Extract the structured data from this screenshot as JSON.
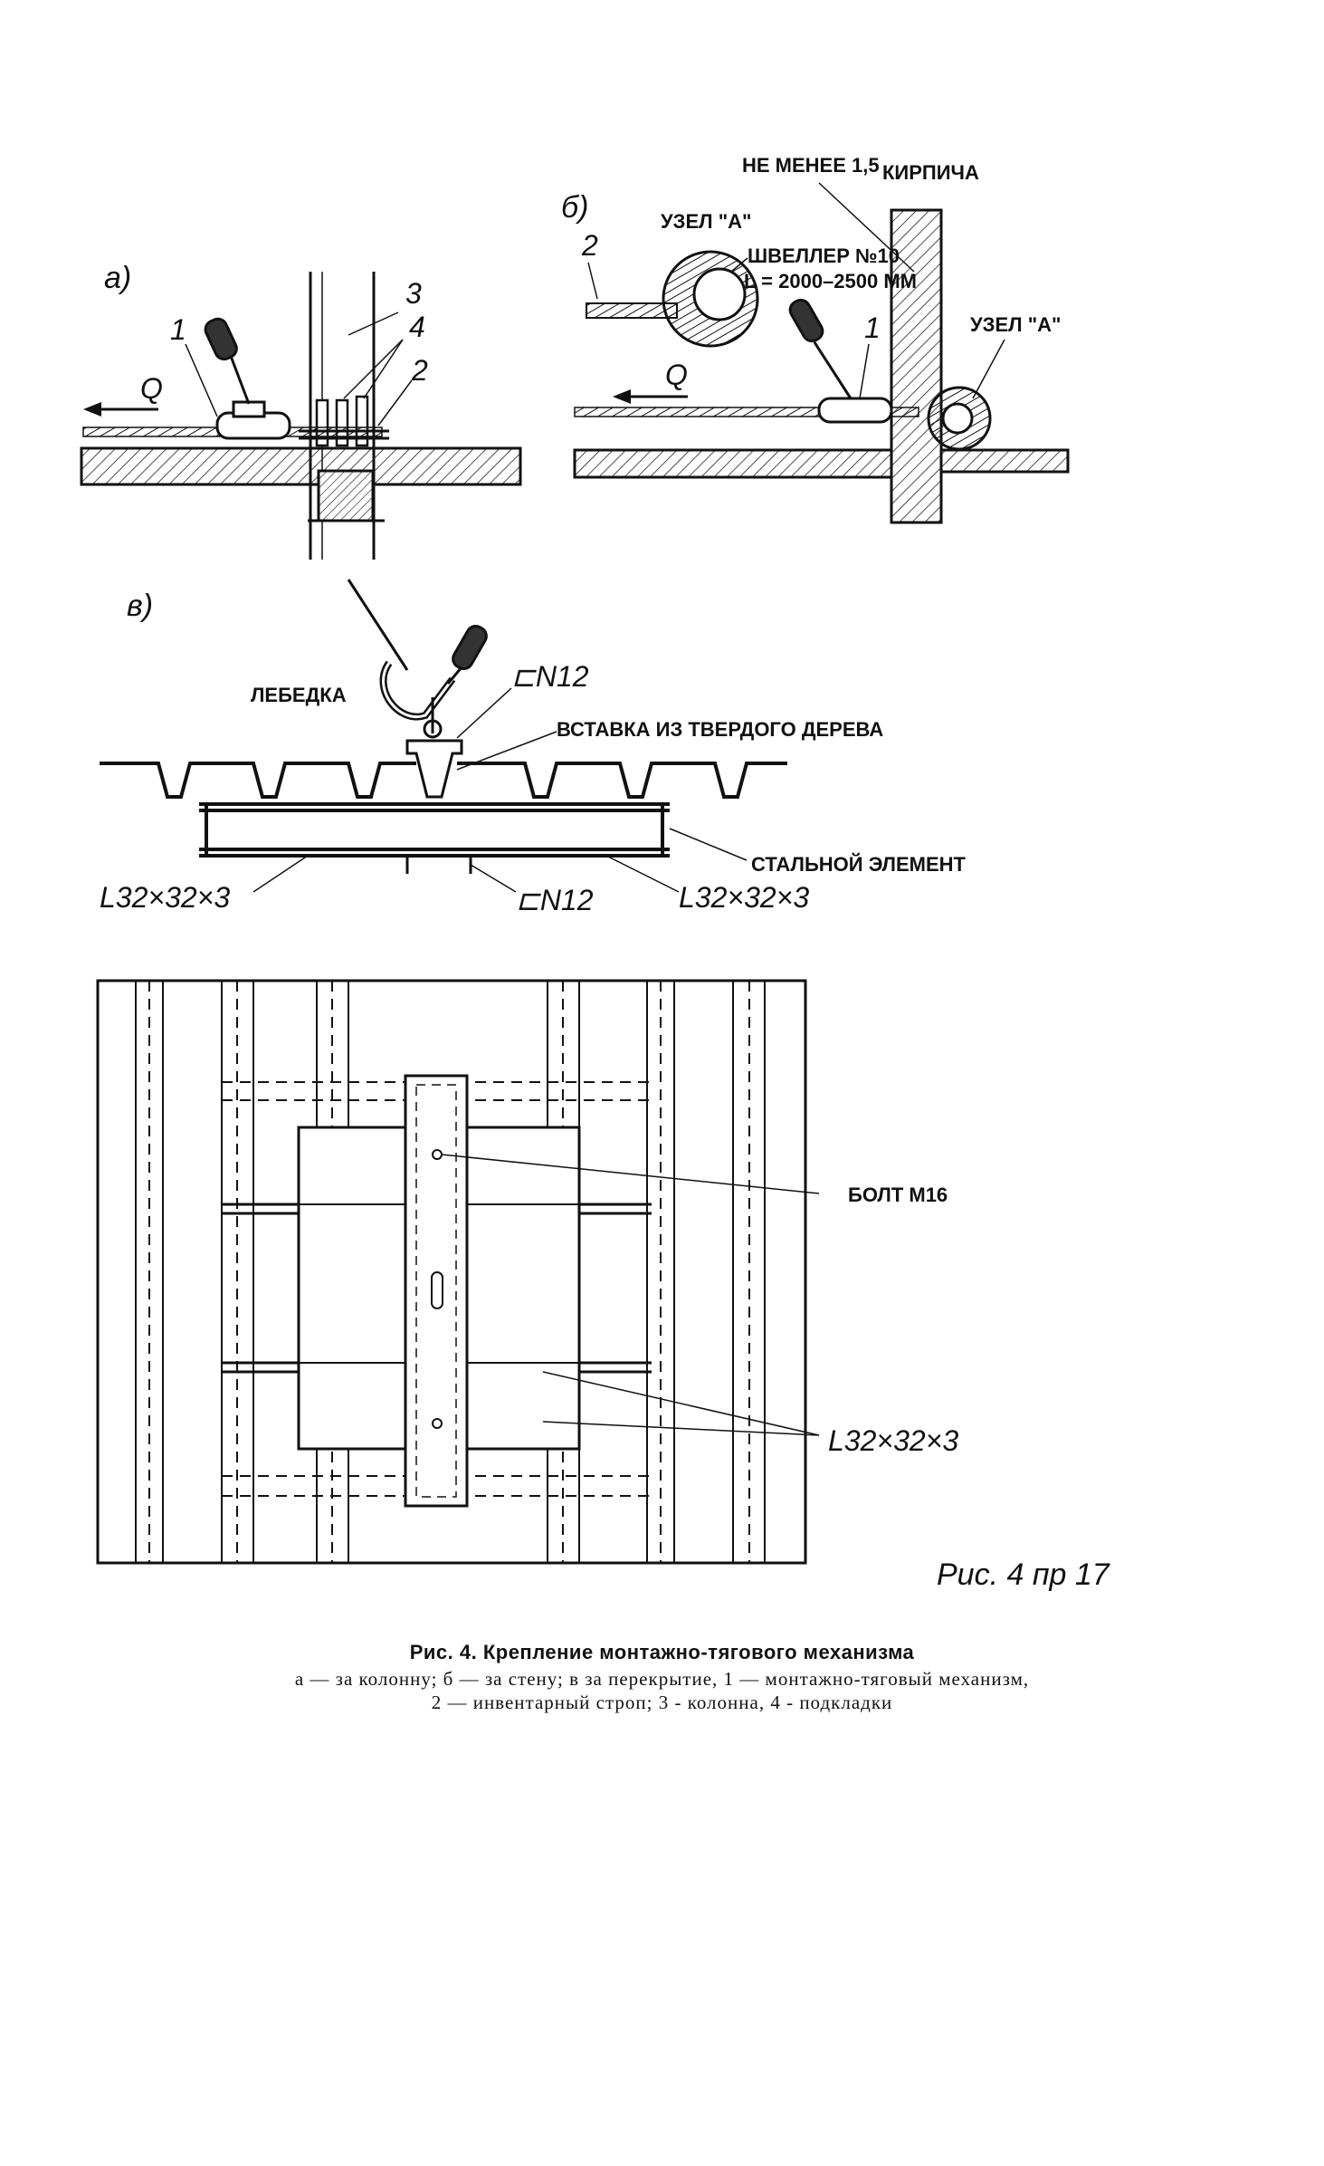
{
  "panel_a": {
    "letter": "a)",
    "force": "Q",
    "callouts": [
      "1",
      "3",
      "4",
      "2"
    ]
  },
  "panel_b": {
    "letter": "б)",
    "not_less": "НЕ МЕНЕЕ 1,5",
    "brick": "КИРПИЧА",
    "node_a_detail": "УЗЕЛ \"А\"",
    "channel": "ШВЕЛЛЕР №10",
    "length": "L = 2000–2500 ММ",
    "node_a_wall": "УЗЕЛ \"А\"",
    "force": "Q",
    "callouts": [
      "2",
      "1"
    ]
  },
  "panel_v": {
    "letter": "в)",
    "winch": "ЛЕБЕДКА",
    "cn_top": "⊏N12",
    "insert": "ВСТАВКА ИЗ ТВЕРДОГО ДЕРЕВА",
    "steel": "СТАЛЬНОЙ ЭЛЕМЕНТ",
    "angle_left": "L32×32×3",
    "cn_bottom": "⊏N12",
    "angle_right": "L32×32×3"
  },
  "plan": {
    "bolt": "БОЛТ М16",
    "angle": "L32×32×3"
  },
  "figure_ref": "Рис. 4 пр 17",
  "caption": {
    "title": "Рис. 4. Крепление монтажно-тягового механизма",
    "line1": "а — за колонну; б — за стену; в  за перекрытие, 1 — монтажно-тяговый механизм,",
    "line2": "2 — инвентарный строп; 3 - колонна, 4 - подкладки"
  }
}
